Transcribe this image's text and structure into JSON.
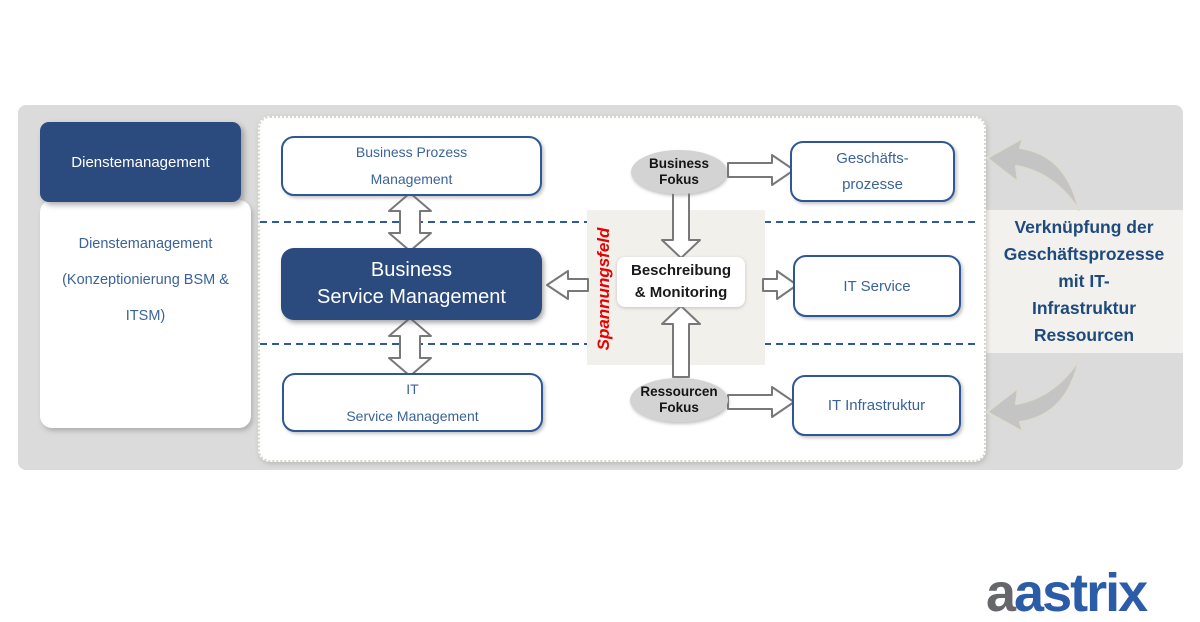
{
  "left_panel": {
    "header": "Dienstemanagement",
    "body": "Dienstemanagement\n(Konzeptionierung BSM &\nITSM)"
  },
  "center_panel": {
    "bpm_label": "Business Prozess\nManagement",
    "bsm_label": "Business\nService Management",
    "itsm_label": "IT\nService Management",
    "tension_label": "Spannungsfeld",
    "monitoring_label": "Beschreibung\n& Monitoring",
    "business_focus_label": "Business\nFokus",
    "resource_focus_label": "Ressourcen\nFokus",
    "business_processes_label": "Geschäfts-\nprozesse",
    "it_service_label": "IT Service",
    "it_infrastructure_label": "IT Infrastruktur"
  },
  "right_panel": {
    "caption": "Verknüpfung der\nGeschäftsprozesse\nmit IT-\nInfrastruktur\nRessourcen"
  },
  "logo": {
    "gray_part": "a",
    "blue_part": "astrix"
  },
  "colors": {
    "dark_blue_fill": "#2b4a7d",
    "box_border_blue": "#2d5795",
    "box_text_blue": "#3b6398",
    "dashed_line_blue": "#2f5b96",
    "tension_red": "#e80000",
    "caption_blue": "#1f4a7d",
    "panel_gray": "#dbdbdb",
    "strip_gray": "#f2f1ed",
    "ellipse_gray": "#d3d3d3",
    "logo_gray": "#66676a",
    "logo_blue": "#2b5ca8"
  }
}
